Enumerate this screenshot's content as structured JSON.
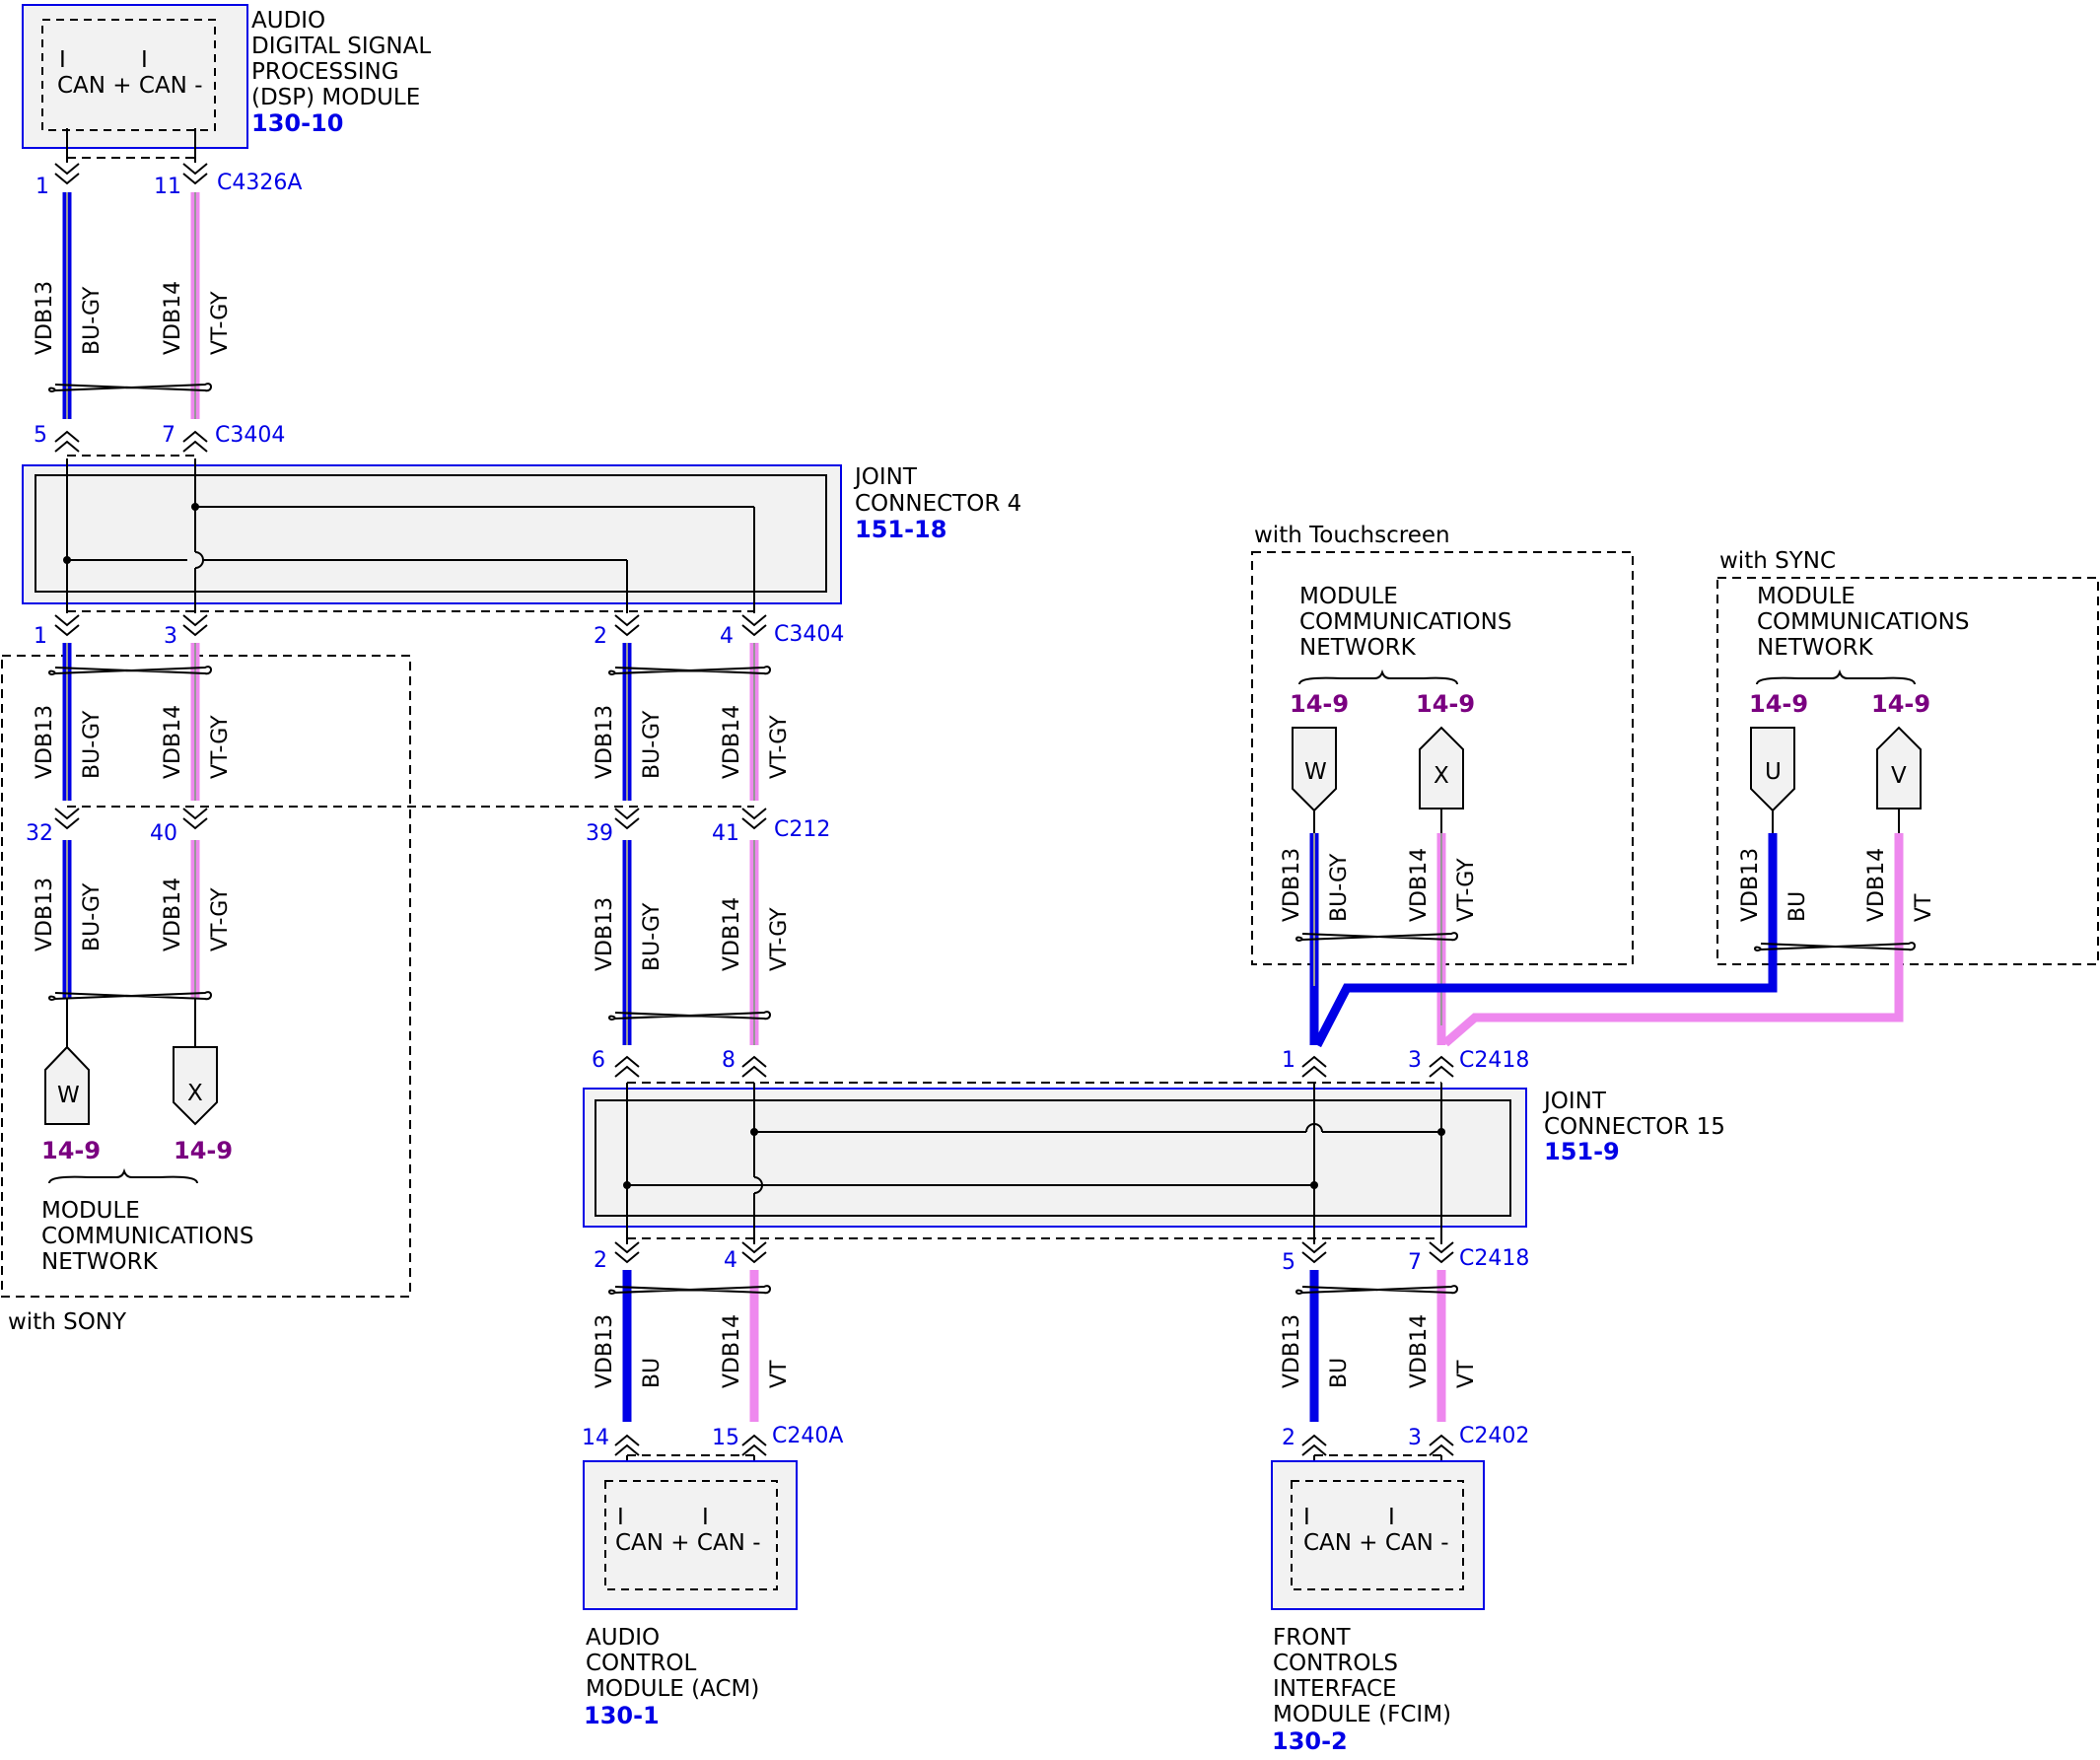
{
  "modules": {
    "dsp": {
      "lines": [
        "AUDIO",
        "DIGITAL SIGNAL",
        "PROCESSING",
        "(DSP) MODULE"
      ],
      "ref": "130-10",
      "pins": [
        "I",
        "I"
      ],
      "pin_labels": "CAN + CAN -"
    },
    "acm": {
      "lines": [
        "AUDIO",
        "CONTROL",
        "MODULE (ACM)"
      ],
      "ref": "130-1",
      "pins": [
        "I",
        "I"
      ],
      "pin_labels": "CAN + CAN -"
    },
    "fcim": {
      "lines": [
        "FRONT",
        "CONTROLS",
        "INTERFACE",
        "MODULE (FCIM)"
      ],
      "ref": "130-2",
      "pins": [
        "I",
        "I"
      ],
      "pin_labels": "CAN + CAN -"
    }
  },
  "joint_connectors": {
    "jc4": {
      "lines": [
        "JOINT",
        "CONNECTOR 4"
      ],
      "ref": "151-18"
    },
    "jc15": {
      "lines": [
        "JOINT",
        "CONNECTOR 15"
      ],
      "ref": "151-9"
    }
  },
  "connectors": [
    "C4326A",
    "C3404",
    "C3404",
    "C212",
    "C2418",
    "C2418",
    "C240A",
    "C2402"
  ],
  "pins": [
    "1",
    "11",
    "5",
    "7",
    "1",
    "3",
    "2",
    "4",
    "32",
    "40",
    "39",
    "41",
    "6",
    "8",
    "1",
    "3",
    "2",
    "4",
    "5",
    "7",
    "14",
    "15",
    "2",
    "3"
  ],
  "circuits": {
    "vdb13": "VDB13",
    "vdb14": "VDB14"
  },
  "wire_colors": {
    "bu_gy": "BU-GY",
    "vt_gy": "VT-GY",
    "bu": "BU",
    "vt": "VT"
  },
  "option_labels": {
    "sony": "with SONY",
    "touchscreen": "with Touchscreen",
    "sync": "with SYNC"
  },
  "network": {
    "lines": [
      "MODULE",
      "COMMUNICATIONS",
      "NETWORK"
    ],
    "page_ref": "14-9"
  },
  "continuation_letters": [
    "W",
    "X",
    "W",
    "X",
    "U",
    "V"
  ],
  "colors": {
    "can_high": "#0000e6",
    "can_low": "#ee88ee",
    "module_border": "#0000e6",
    "page_ref": "#7a0080"
  }
}
